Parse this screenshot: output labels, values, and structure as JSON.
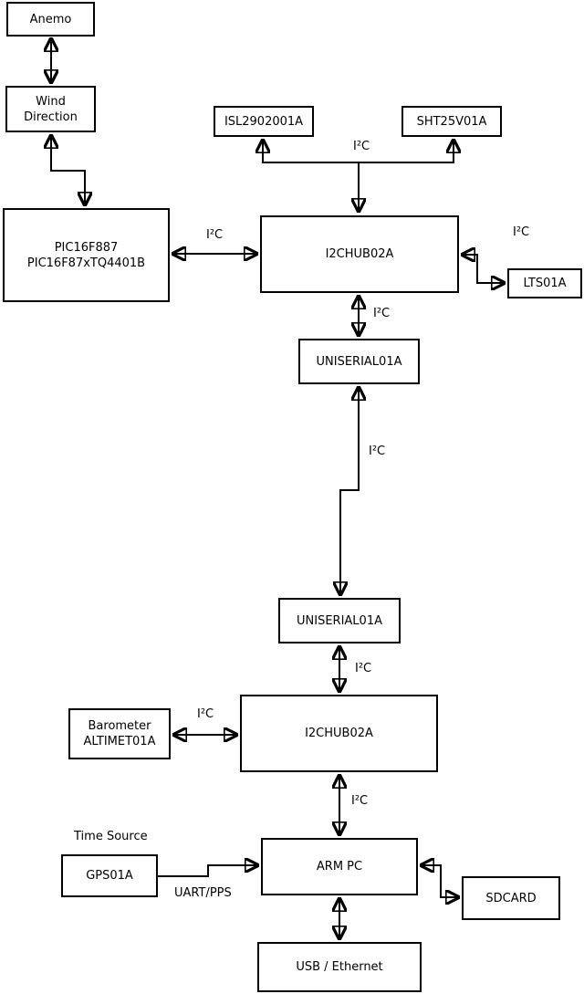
{
  "boxes": {
    "anemo": {
      "label": "Anemo"
    },
    "wind_direction": {
      "line1": "Wind",
      "line2": "Direction"
    },
    "pic": {
      "line1": "PIC16F887",
      "line2": "PIC16F87xTQ4401B"
    },
    "isl": {
      "label": "ISL2902001A"
    },
    "sht": {
      "label": "SHT25V01A"
    },
    "i2c_hub_upper": {
      "label": "I2CHUB02A"
    },
    "lts": {
      "label": "LTS01A"
    },
    "uniserial_upper": {
      "label": "UNISERIAL01A"
    },
    "uniserial_lower": {
      "label": "UNISERIAL01A"
    },
    "i2c_hub_lower": {
      "label": "I2CHUB02A"
    },
    "barometer": {
      "line1": "Barometer",
      "line2": "ALTIMET01A"
    },
    "gps": {
      "label": "GPS01A"
    },
    "arm_pc": {
      "label": "ARM PC"
    },
    "sdcard": {
      "label": "SDCARD"
    },
    "usb_ethernet": {
      "label": "USB / Ethernet"
    }
  },
  "labels": {
    "i2c": "I²C",
    "time_source": "Time Source",
    "uart_pps": "UART/PPS"
  },
  "colors": {
    "line": "#000000",
    "box_border": "#000000",
    "box_fill": "#ffffff",
    "background": "#ffffff",
    "text": "#000000"
  }
}
